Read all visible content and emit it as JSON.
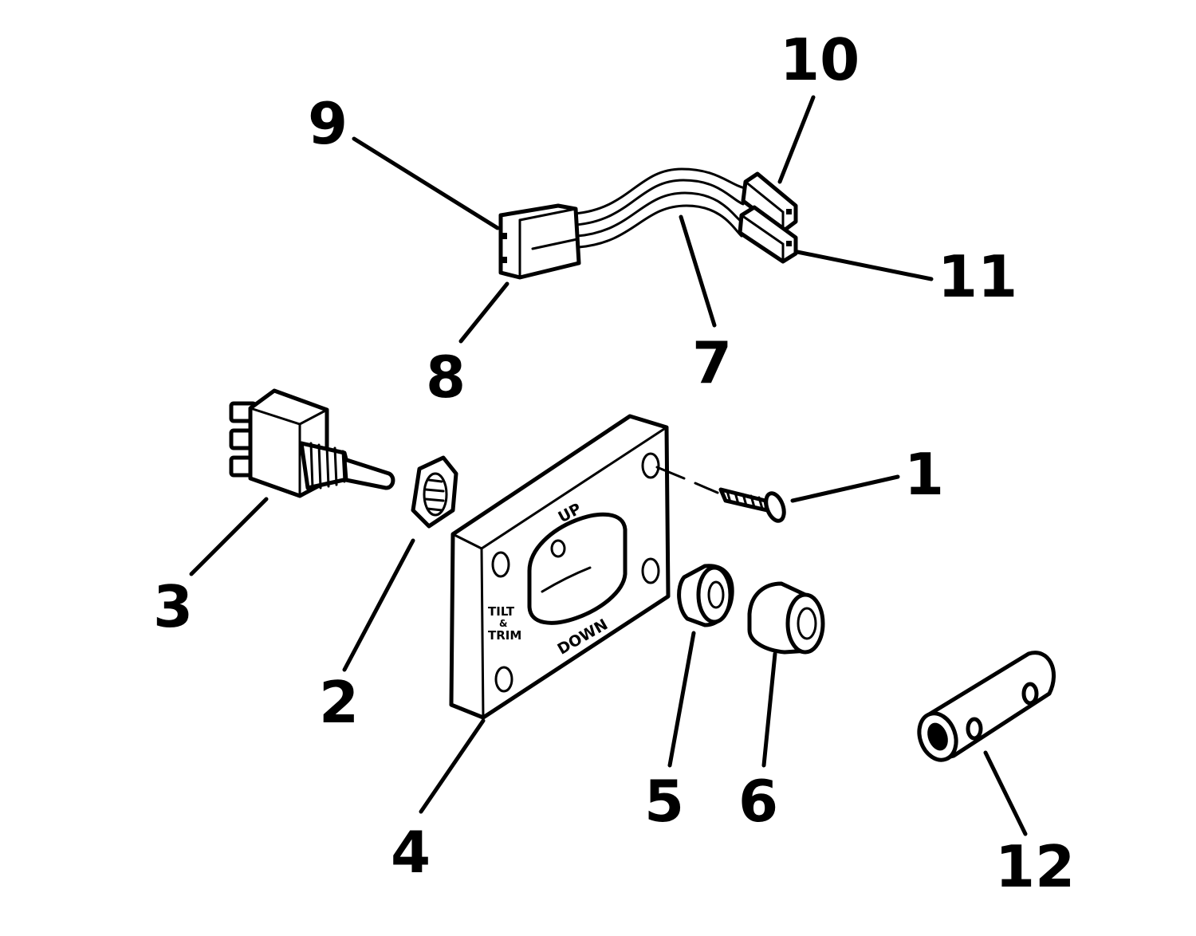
{
  "callouts": [
    "1",
    "2",
    "3",
    "4",
    "5",
    "6",
    "7",
    "8",
    "9",
    "10",
    "11",
    "12"
  ],
  "plate_text": {
    "up": "UP",
    "down": "DOWN",
    "tilt": "TILT",
    "amp": "&",
    "trim": "TRIM"
  },
  "colors": {
    "line": "#000000",
    "background": "#ffffff"
  }
}
